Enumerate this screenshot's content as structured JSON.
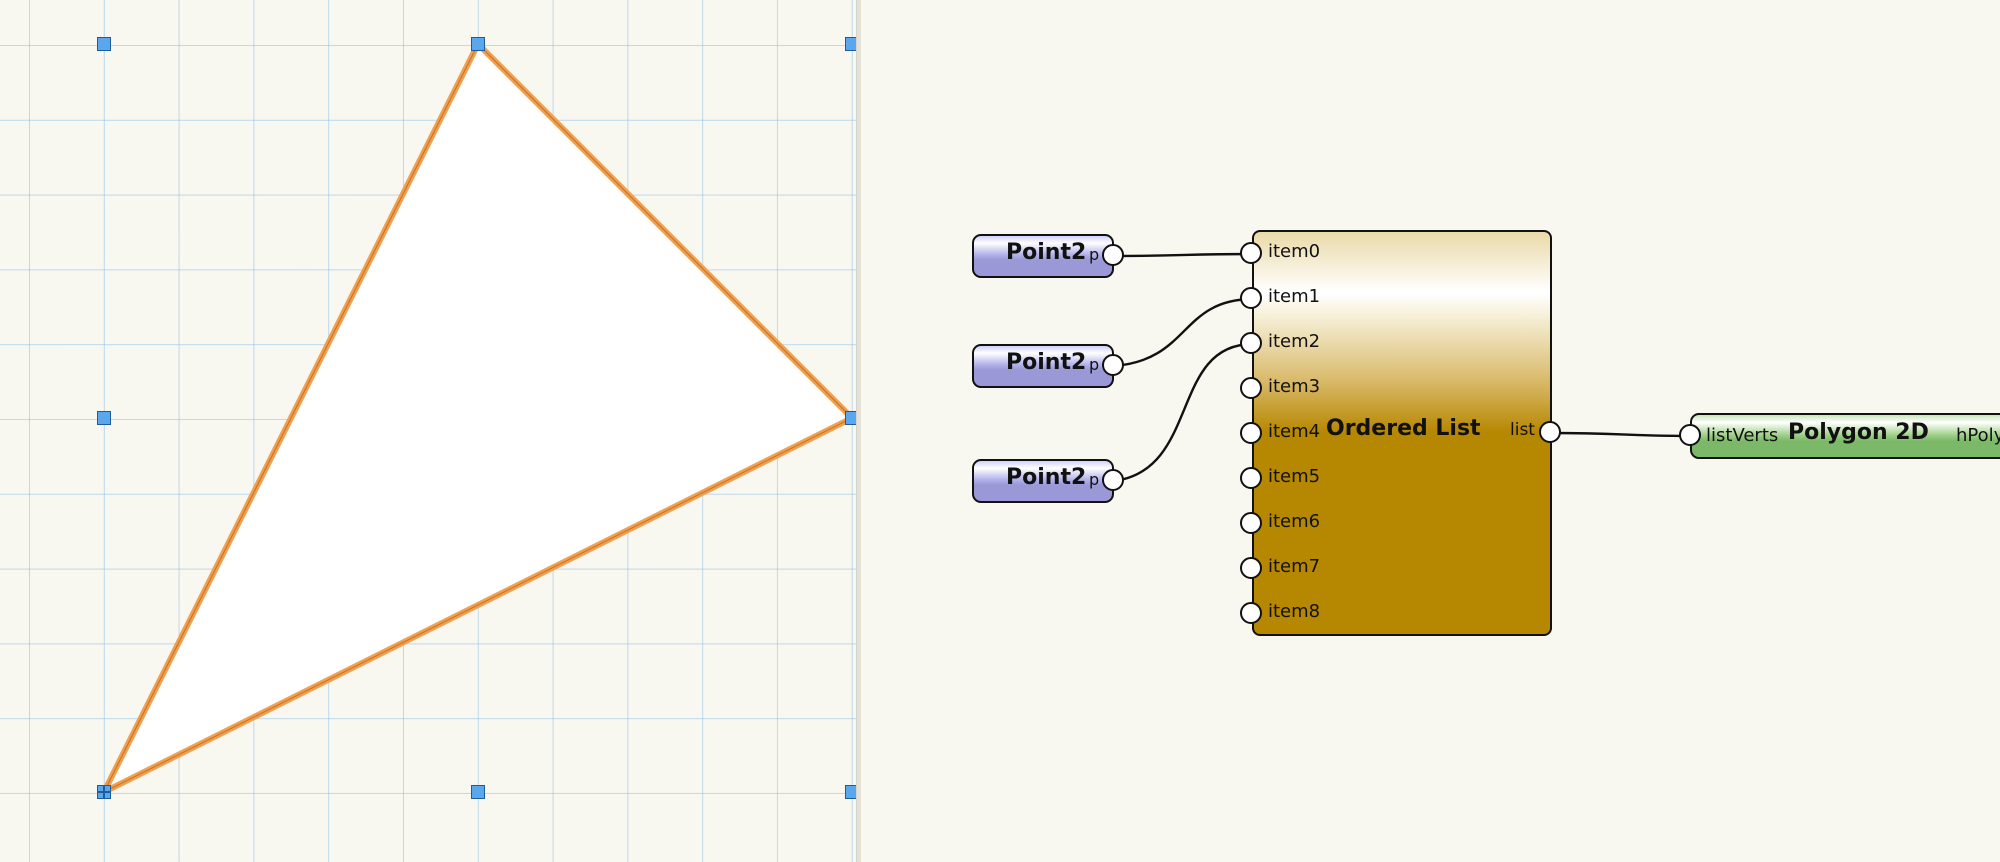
{
  "colors": {
    "canvas_background": "#f8f7f0",
    "grid_line": "#9cc9ee",
    "shape_fill": "#ffffff",
    "shape_outline": "#f0a050",
    "handle_fill": "#5aa7ee",
    "point_node": "#9a98d6",
    "ordered_list_node": "#b68700",
    "polygon_node": "#7bb968"
  },
  "canvas": {
    "shape": "triangle",
    "handle_icon": "square-handle-icon",
    "origin_handle_icon": "grid-square-handle-icon"
  },
  "graph": {
    "point_nodes": [
      {
        "title": "Point2",
        "output_port": "p"
      },
      {
        "title": "Point2",
        "output_port": "p"
      },
      {
        "title": "Point2",
        "output_port": "p"
      }
    ],
    "ordered_list": {
      "title": "Ordered List",
      "inputs": [
        "item0",
        "item1",
        "item2",
        "item3",
        "item4",
        "item5",
        "item6",
        "item7",
        "item8"
      ],
      "output": "list"
    },
    "polygon_node": {
      "title": "Polygon 2D",
      "input": "listVerts",
      "output": "hPolygon"
    }
  }
}
